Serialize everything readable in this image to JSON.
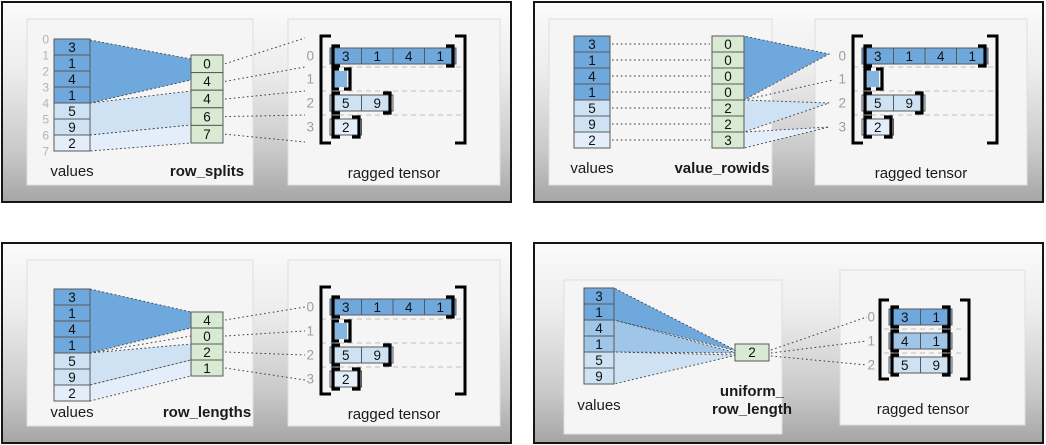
{
  "palette": {
    "dark_blue": "#6fa8dc",
    "medium_blue": "#9fc5e8",
    "light_blue": "#cfe2f3",
    "pale_blue": "#e4eefa",
    "green": "#d9ead3"
  },
  "quadrants": [
    {
      "method_label": "row_splits",
      "values_label": "values",
      "tensor_label": "ragged tensor",
      "values": [
        "3",
        "1",
        "4",
        "1",
        "5",
        "9",
        "2"
      ],
      "value_indices": [
        "0",
        "1",
        "2",
        "3",
        "4",
        "5",
        "6",
        "7"
      ],
      "method_values": [
        "0",
        "4",
        "4",
        "6",
        "7"
      ],
      "tensor_rows": [
        {
          "label": "0",
          "cells": [
            "3",
            "1",
            "4",
            "1"
          ]
        },
        {
          "label": "1",
          "cells": []
        },
        {
          "label": "2",
          "cells": [
            "5",
            "9"
          ]
        },
        {
          "label": "3",
          "cells": [
            "2"
          ]
        }
      ]
    },
    {
      "method_label": "value_rowids",
      "values_label": "values",
      "tensor_label": "ragged tensor",
      "values": [
        "3",
        "1",
        "4",
        "1",
        "5",
        "9",
        "2"
      ],
      "method_values": [
        "0",
        "0",
        "0",
        "0",
        "2",
        "2",
        "3"
      ],
      "tensor_rows": [
        {
          "label": "0",
          "cells": [
            "3",
            "1",
            "4",
            "1"
          ]
        },
        {
          "label": "1",
          "cells": []
        },
        {
          "label": "2",
          "cells": [
            "5",
            "9"
          ]
        },
        {
          "label": "3",
          "cells": [
            "2"
          ]
        }
      ]
    },
    {
      "method_label": "row_lengths",
      "values_label": "values",
      "tensor_label": "ragged tensor",
      "values": [
        "3",
        "1",
        "4",
        "1",
        "5",
        "9",
        "2"
      ],
      "method_values": [
        "4",
        "0",
        "2",
        "1"
      ],
      "tensor_rows": [
        {
          "label": "0",
          "cells": [
            "3",
            "1",
            "4",
            "1"
          ]
        },
        {
          "label": "1",
          "cells": []
        },
        {
          "label": "2",
          "cells": [
            "5",
            "9"
          ]
        },
        {
          "label": "3",
          "cells": [
            "2"
          ]
        }
      ]
    },
    {
      "method_label": "uniform_row_length",
      "method_label_lines": [
        "uniform_",
        "row_length"
      ],
      "values_label": "values",
      "tensor_label": "ragged tensor",
      "values": [
        "3",
        "1",
        "4",
        "1",
        "5",
        "9"
      ],
      "method_values": [
        "2"
      ],
      "tensor_rows": [
        {
          "label": "0",
          "cells": [
            "3",
            "1"
          ]
        },
        {
          "label": "1",
          "cells": [
            "4",
            "1"
          ]
        },
        {
          "label": "2",
          "cells": [
            "5",
            "9"
          ]
        }
      ]
    }
  ]
}
